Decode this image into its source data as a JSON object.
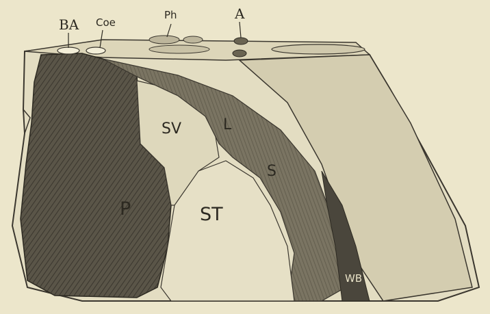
{
  "diagram": {
    "labels": {
      "ba": "BA",
      "coe": "Coe",
      "ph": "Ph",
      "a": "A",
      "sv": "SV",
      "l": "L",
      "s": "S",
      "p": "P",
      "st": "ST",
      "wb": "WB"
    },
    "colors": {
      "paper": "#ece6cb",
      "ink": "#2c2921",
      "dark_region": "#4a463c",
      "mid_region": "#8a8470",
      "light_region": "#d9d3b8"
    }
  }
}
